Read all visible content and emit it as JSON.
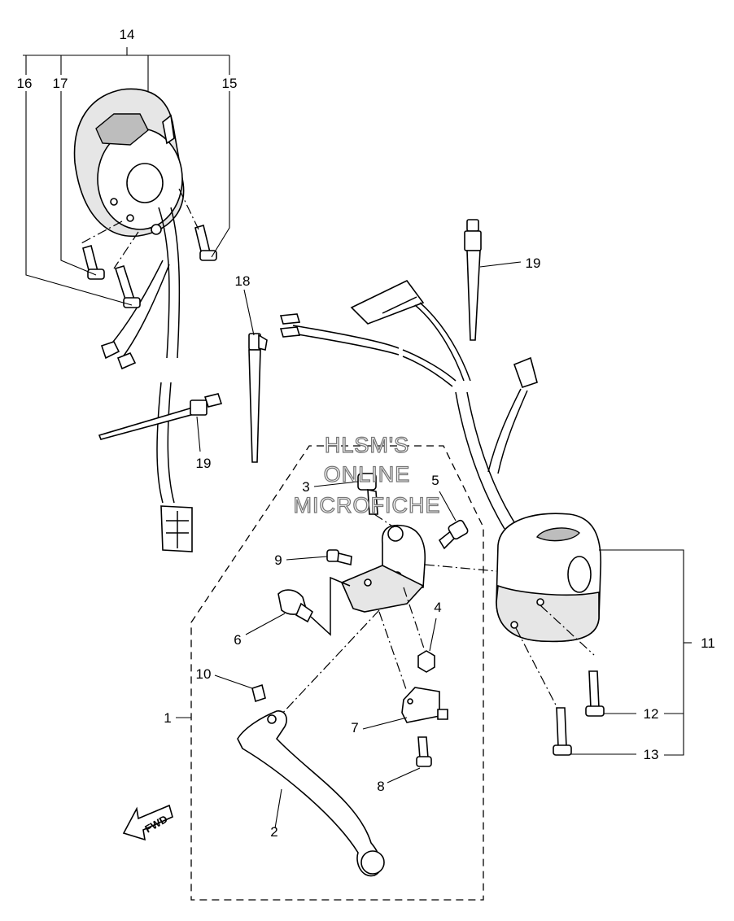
{
  "watermark": {
    "line1": "HLSM'S",
    "line2": "ONLINE",
    "line3": "MICROFICHE"
  },
  "fwd_label": "FWD",
  "callouts": {
    "c1": "1",
    "c2": "2",
    "c3": "3",
    "c4": "4",
    "c5": "5",
    "c6": "6",
    "c7": "7",
    "c8": "8",
    "c9": "9",
    "c10": "10",
    "c11": "11",
    "c12": "12",
    "c13": "13",
    "c14": "14",
    "c15": "15",
    "c16": "16",
    "c17": "17",
    "c18": "18",
    "c19a": "19",
    "c19b": "19"
  },
  "icons": {
    "fwd_arrow": "fwd-arrow-icon"
  }
}
